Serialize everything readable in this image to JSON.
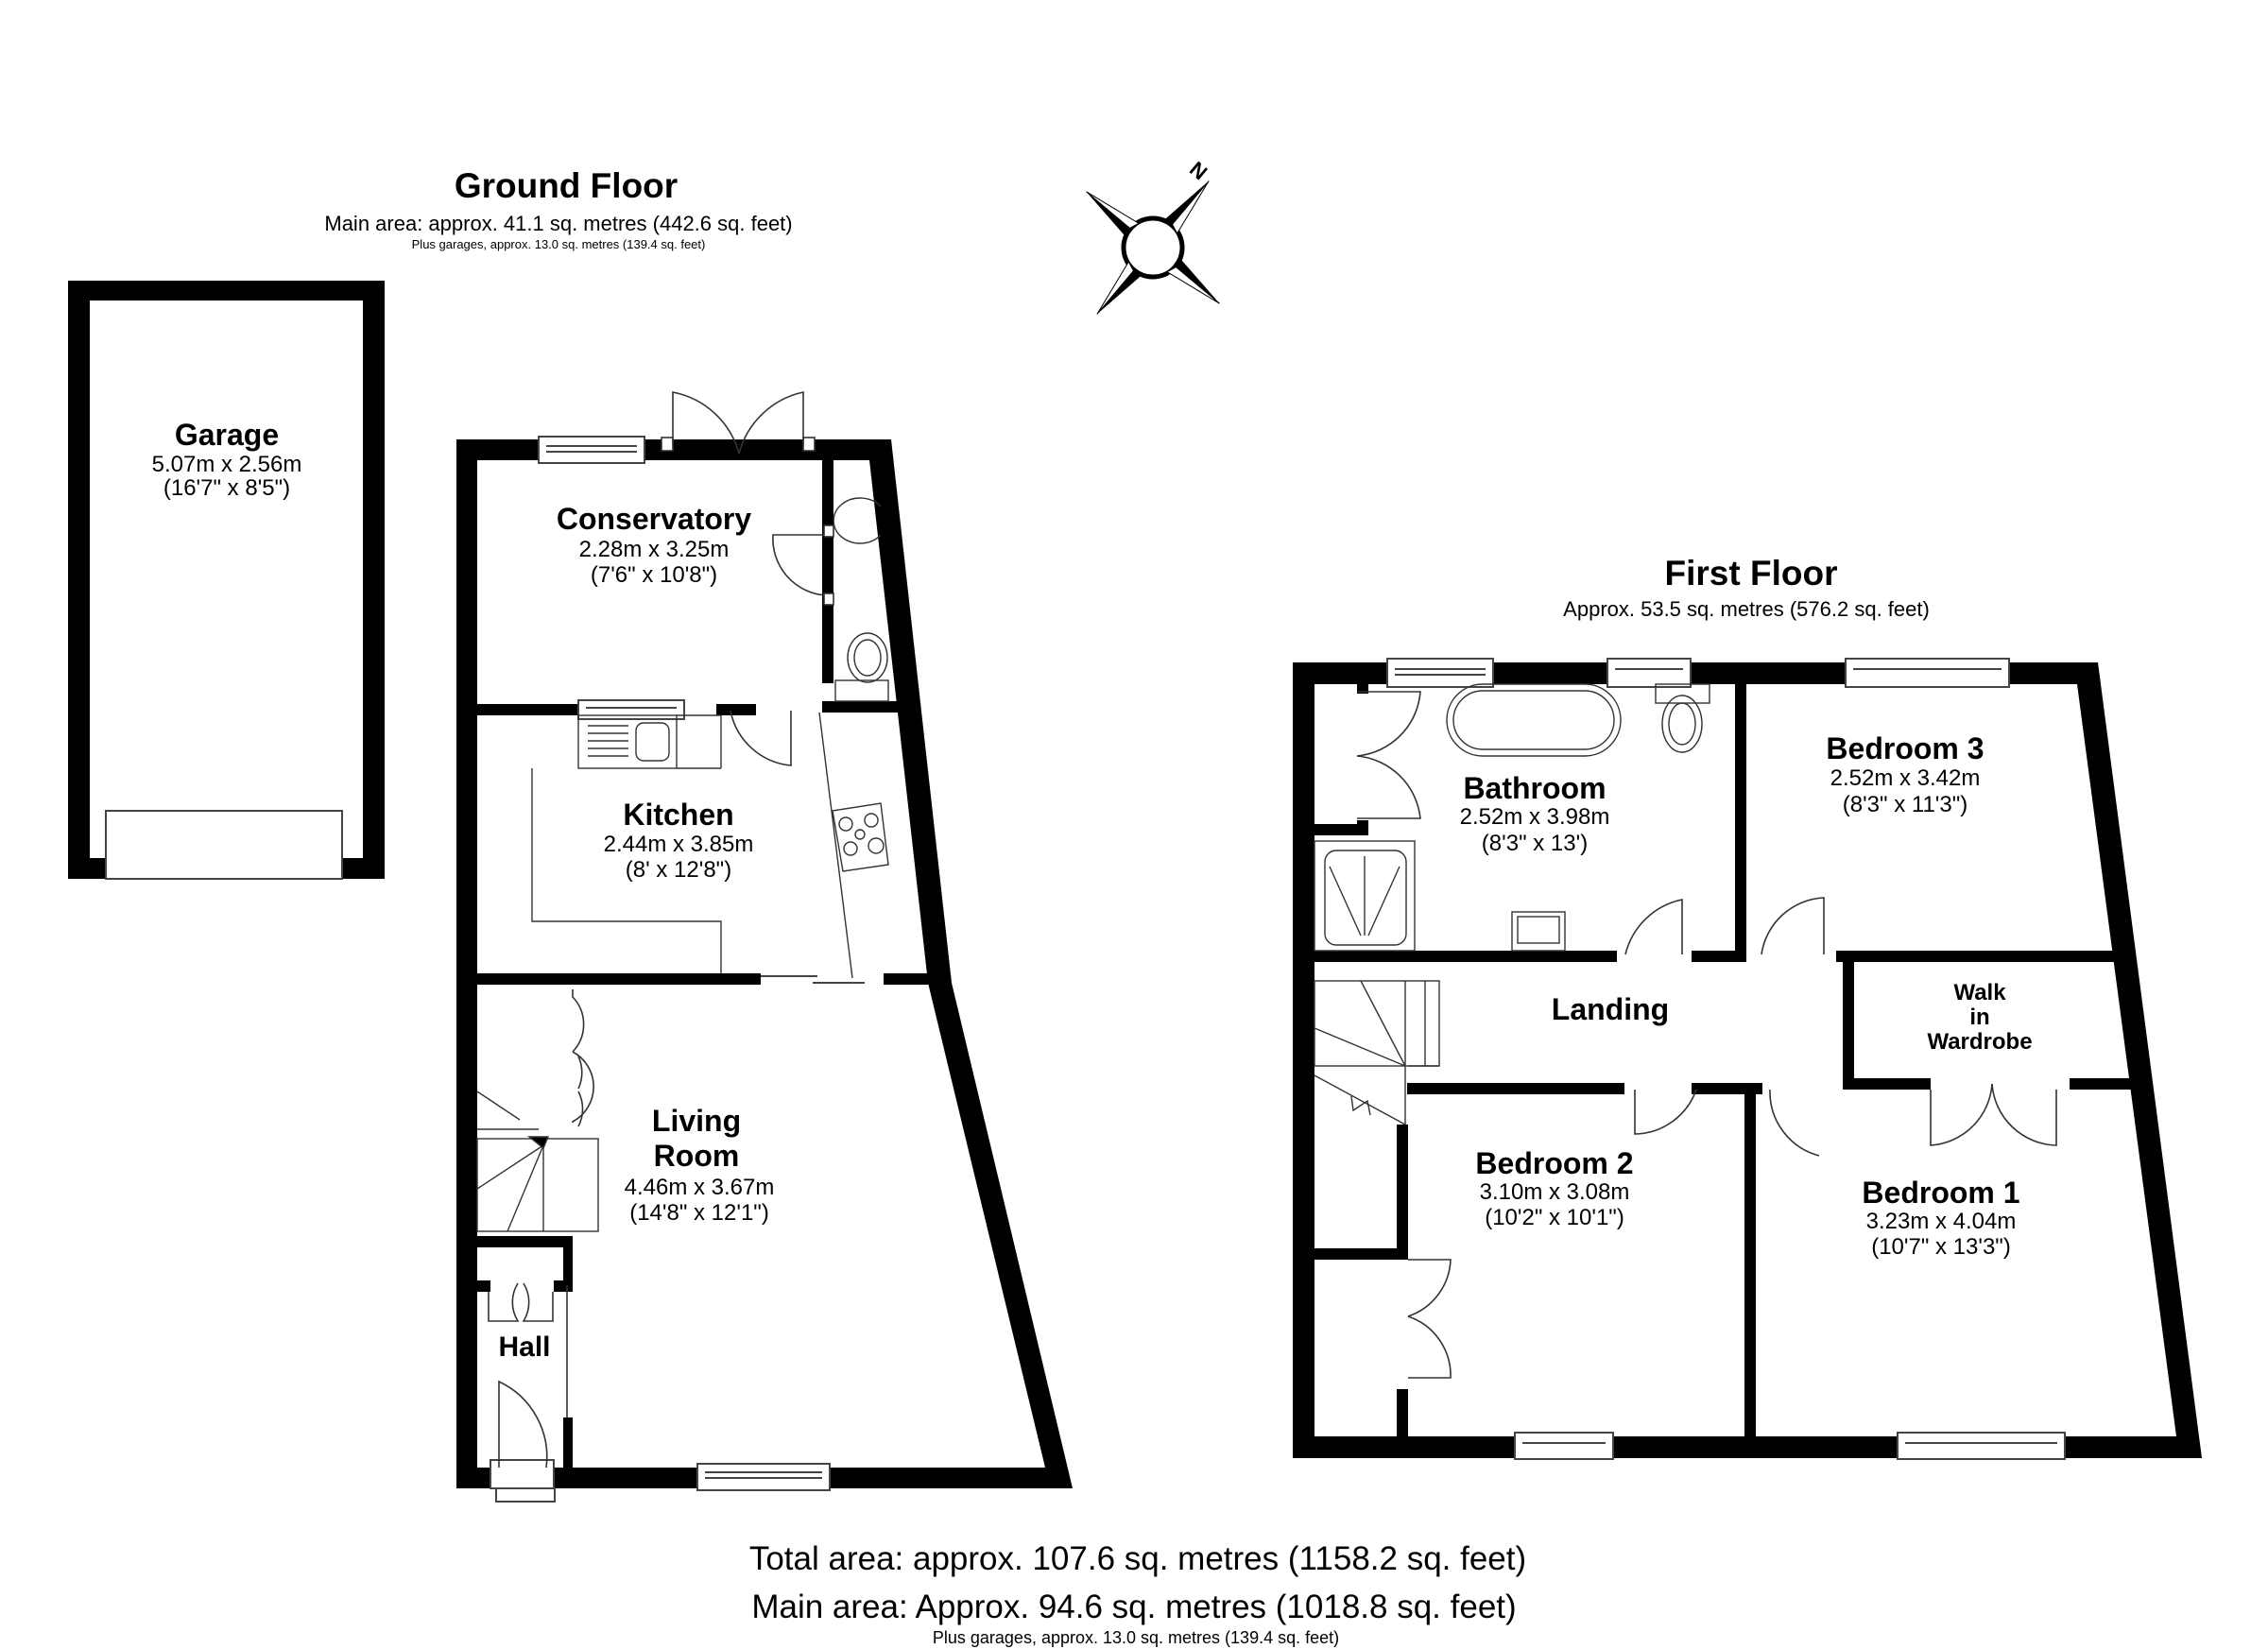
{
  "ground_floor": {
    "title": "Ground Floor",
    "main_area": "Main area: approx. 41.1 sq. metres (442.6 sq. feet)",
    "garages_note": "Plus garages, approx. 13.0 sq. metres (139.4 sq. feet)",
    "rooms": {
      "garage": {
        "name": "Garage",
        "dim_m": "5.07m x 2.56m",
        "dim_ft": "(16'7\" x 8'5\")"
      },
      "conservatory": {
        "name": "Conservatory",
        "dim_m": "2.28m x 3.25m",
        "dim_ft": "(7'6\" x 10'8\")"
      },
      "kitchen": {
        "name": "Kitchen",
        "dim_m": "2.44m x 3.85m",
        "dim_ft": "(8' x 12'8\")"
      },
      "living_room": {
        "name_line1": "Living",
        "name_line2": "Room",
        "dim_m": "4.46m x 3.67m",
        "dim_ft": "(14'8\" x 12'1\")"
      },
      "hall": {
        "name": "Hall"
      }
    }
  },
  "first_floor": {
    "title": "First Floor",
    "area": "Approx. 53.5 sq. metres (576.2 sq. feet)",
    "rooms": {
      "bathroom": {
        "name": "Bathroom",
        "dim_m": "2.52m x 3.98m",
        "dim_ft": "(8'3\" x 13')"
      },
      "bedroom3": {
        "name": "Bedroom 3",
        "dim_m": "2.52m x 3.42m",
        "dim_ft": "(8'3\" x 11'3\")"
      },
      "landing": {
        "name": "Landing"
      },
      "walk_in_wardrobe": {
        "line1": "Walk",
        "line2": "in",
        "line3": "Wardrobe"
      },
      "bedroom2": {
        "name": "Bedroom 2",
        "dim_m": "3.10m x 3.08m",
        "dim_ft": "(10'2\" x 10'1\")"
      },
      "bedroom1": {
        "name": "Bedroom 1",
        "dim_m": "3.23m x 4.04m",
        "dim_ft": "(10'7\" x 13'3\")"
      }
    }
  },
  "compass": {
    "label": "N",
    "icon": "compass-rose-icon"
  },
  "footer": {
    "total_area": "Total area: approx. 107.6 sq. metres (1158.2 sq. feet)",
    "main_area": "Main area: Approx. 94.6 sq. metres (1018.8 sq. feet)",
    "garages_note": "Plus garages, approx. 13.0 sq. metres (139.4 sq. feet)"
  },
  "colors": {
    "wall": "#000000",
    "background": "#ffffff",
    "fixture_line": "#333333"
  }
}
